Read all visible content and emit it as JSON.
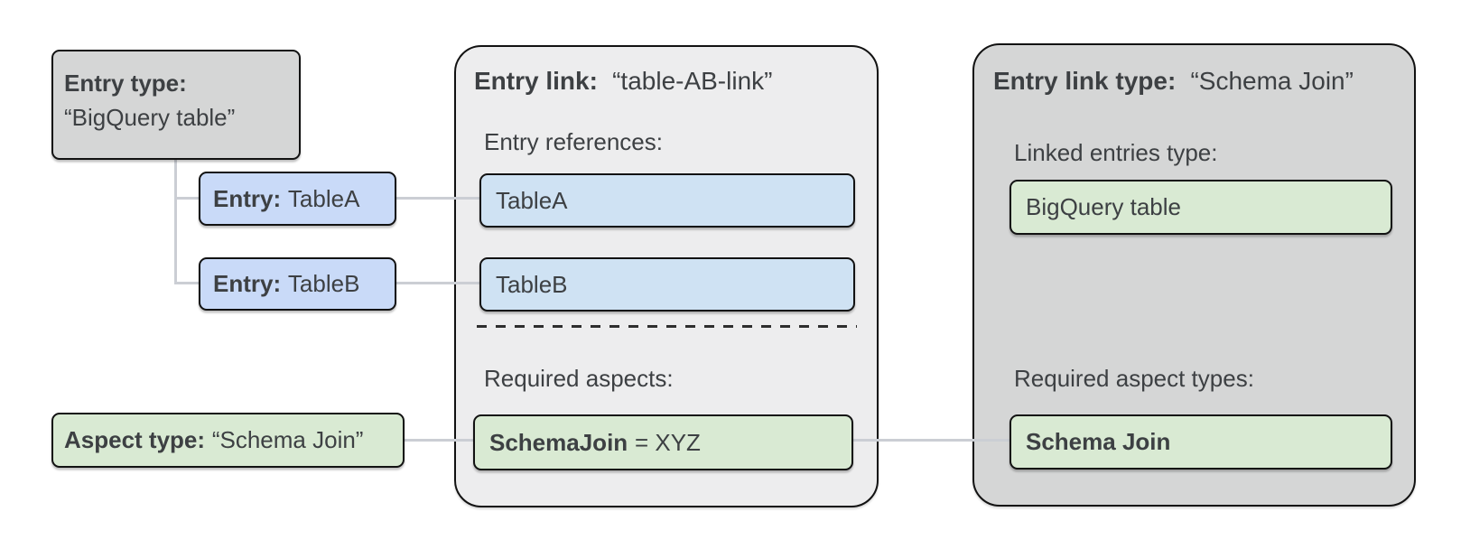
{
  "left_column": {
    "entry_type_box": {
      "label": "Entry type:",
      "value": "“BigQuery table”"
    },
    "entry_a_box": {
      "label": "Entry:",
      "value": "TableA"
    },
    "entry_b_box": {
      "label": "Entry:",
      "value": "TableB"
    },
    "aspect_type_box": {
      "label": "Aspect type:",
      "value": "“Schema Join”"
    }
  },
  "entry_link_panel": {
    "title": {
      "label": "Entry link:",
      "value": "“table-AB-link”"
    },
    "entry_references_label": "Entry references:",
    "references": {
      "table_a": "TableA",
      "table_b": "TableB"
    },
    "required_aspects_label": "Required aspects:",
    "required_aspect": {
      "label": "SchemaJoin",
      "value": "= XYZ"
    }
  },
  "entry_link_type_panel": {
    "title": {
      "label": "Entry link type:",
      "value": "“Schema Join”"
    },
    "linked_entries_type_label": "Linked entries type:",
    "linked_entries_type_value": "BigQuery table",
    "required_aspect_types_label": "Required aspect types:",
    "required_aspect_type_value": "Schema Join"
  },
  "colors": {
    "entry_blue": "#c9daf8",
    "reference_blue": "#cfe2f3",
    "aspect_green": "#d9ead3",
    "panel_light_gray": "#ededee",
    "panel_dark_gray": "#d5d6d6",
    "connector_gray": "#cbced4",
    "text_gray": "#3d4043"
  }
}
